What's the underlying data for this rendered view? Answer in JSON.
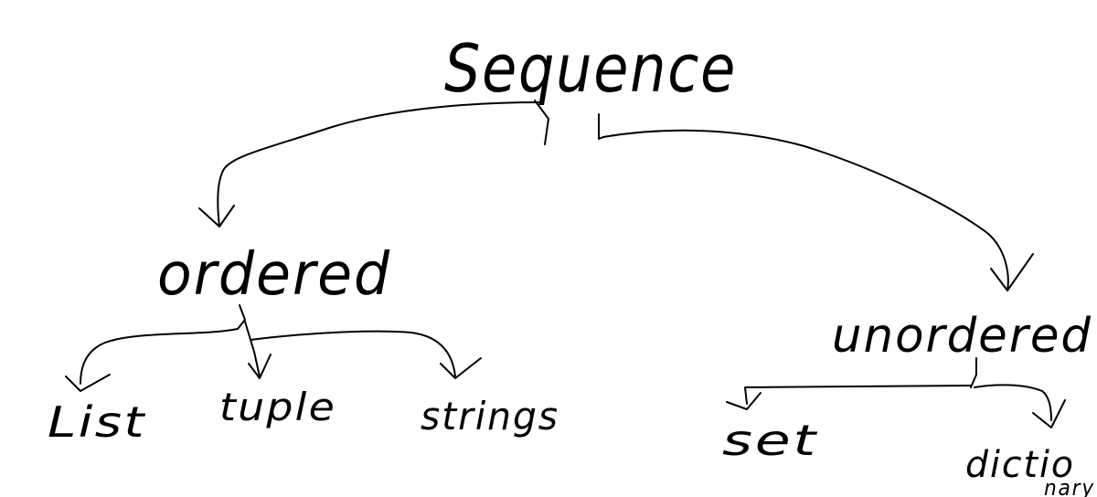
{
  "diagram": {
    "root": "Sequence",
    "ordered": "ordered",
    "unordered": "unordered",
    "list": "List",
    "tuple": "tuple",
    "strings": "strings",
    "set": "set",
    "dictionary_line1": "dictio",
    "dictionary_line2": "nary"
  },
  "colors": {
    "ink": "#000000",
    "background": "#ffffff"
  }
}
